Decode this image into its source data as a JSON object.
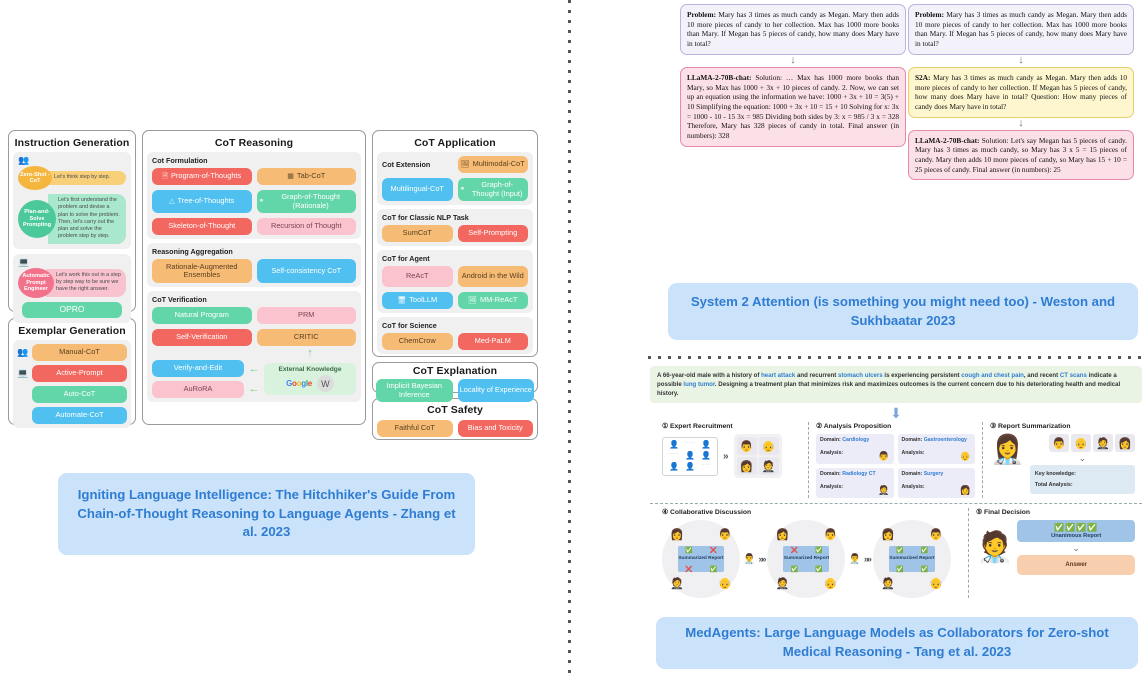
{
  "figures": {
    "taxonomy": {
      "caption": "Igniting Language Intelligence: The Hitchhiker's Guide From Chain-of-Thought Reasoning to Language Agents - Zhang et al. 2023",
      "panels": {
        "instruction_generation": {
          "title": "Instruction Generation",
          "blocks": [
            {
              "icon": "people-icon",
              "items": [
                {
                  "name": "Zero-Shot -CoT",
                  "text": "Let's think step by step."
                },
                {
                  "name": "Plan-and-Solve Prompting",
                  "text": "Let's first understand the problem and devise a plan to solve the problem. Then, let's carry out the plan and solve the problem step by step."
                }
              ]
            },
            {
              "icon": "laptop-icon",
              "items": [
                {
                  "name": "Automatic Prompt Engineer",
                  "text": "Let's work this out in a step by step way to be sure we have the right answer."
                }
              ],
              "chip": "OPRO"
            }
          ]
        },
        "exemplar_generation": {
          "title": "Exemplar Generation",
          "rows": [
            {
              "icon": "people-icon",
              "label": "Manual-CoT"
            },
            {
              "icon": "laptop-icon",
              "label": "Active-Prompt"
            },
            {
              "icon": "",
              "label": "Auto-CoT"
            },
            {
              "icon": "",
              "label": "Automate-CoT"
            }
          ]
        },
        "cot_reasoning": {
          "title": "CoT Reasoning",
          "groups": [
            {
              "title": "Cot Formulation",
              "chips": [
                {
                  "label": "Program-of-Thoughts",
                  "icon": "code-icon",
                  "color": "red"
                },
                {
                  "label": "Tab-CoT",
                  "icon": "table-icon",
                  "color": "orange"
                },
                {
                  "label": "Tree-of-Thoughts",
                  "icon": "tree-icon",
                  "color": "blue"
                },
                {
                  "label": "Graph-of-Thought (Rationale)",
                  "icon": "graph-icon",
                  "color": "green"
                },
                {
                  "label": "Skeleton-of-Thought",
                  "icon": "",
                  "color": "red"
                },
                {
                  "label": "Recursion of Thought",
                  "icon": "",
                  "color": "pink"
                }
              ]
            },
            {
              "title": "Reasoning Aggregation",
              "chips": [
                {
                  "label": "Rationale-Augmented Ensembles",
                  "icon": "",
                  "color": "orange"
                },
                {
                  "label": "Self-consistency CoT",
                  "icon": "",
                  "color": "blue"
                }
              ]
            },
            {
              "title": "CoT Verification",
              "chips": [
                {
                  "label": "Natural Program",
                  "icon": "",
                  "color": "green"
                },
                {
                  "label": "PRM",
                  "icon": "",
                  "color": "pink"
                },
                {
                  "label": "Self-Verification",
                  "icon": "",
                  "color": "red"
                },
                {
                  "label": "CRITIC",
                  "icon": "",
                  "color": "orange"
                },
                {
                  "label": "Verify-and-Edit",
                  "icon": "",
                  "color": "blue"
                },
                {
                  "label": "AuRoRA",
                  "icon": "",
                  "color": "pink"
                }
              ],
              "external": {
                "title": "External Knowledge",
                "logos": [
                  "Google",
                  "Wikipedia"
                ]
              }
            }
          ]
        },
        "cot_application": {
          "title": "CoT Application",
          "groups": [
            {
              "title": "Cot Extension",
              "chips": [
                {
                  "label": "Multimodal-CoT",
                  "icon": "image-icon",
                  "color": "orange"
                },
                {
                  "label": "Multilingual-CoT",
                  "icon": "",
                  "color": "blue"
                },
                {
                  "label": "Graph-of-Thought (Input)",
                  "icon": "graph-icon",
                  "color": "green"
                }
              ]
            },
            {
              "title": "CoT for Classic NLP Task",
              "chips": [
                {
                  "label": "SumCoT",
                  "icon": "",
                  "color": "orange"
                },
                {
                  "label": "Self-Prompting",
                  "icon": "",
                  "color": "red"
                }
              ]
            },
            {
              "title": "CoT for Agent",
              "chips": [
                {
                  "label": "ReAcT",
                  "icon": "",
                  "color": "pink"
                },
                {
                  "label": "Android in the Wild",
                  "icon": "",
                  "color": "orange"
                },
                {
                  "label": "ToolLLM",
                  "icon": "monitor-icon",
                  "color": "blue"
                },
                {
                  "label": "MM-ReAcT",
                  "icon": "image-icon",
                  "color": "green"
                }
              ]
            },
            {
              "title": "CoT for Science",
              "chips": [
                {
                  "label": "ChemCrow",
                  "icon": "",
                  "color": "orange"
                },
                {
                  "label": "Med-PaLM",
                  "icon": "",
                  "color": "red"
                }
              ]
            }
          ]
        },
        "cot_explanation": {
          "title": "CoT Explanation",
          "chips": [
            {
              "label": "Implicit Bayesian Inference",
              "color": "green"
            },
            {
              "label": "Locality of Experience",
              "color": "blue"
            }
          ]
        },
        "cot_safety": {
          "title": "CoT Safety",
          "chips": [
            {
              "label": "Faithful CoT",
              "color": "orange"
            },
            {
              "label": "Bias and Toxicity",
              "color": "red"
            }
          ]
        }
      }
    },
    "s2a": {
      "caption": "System 2 Attention (is something you might need too) - Weston and Sukhbaatar 2023",
      "left_column": [
        {
          "label": "Problem:",
          "body": "Mary has 3 times as much candy as Megan. Mary then adds 10 more pieces of candy to her collection. Max has 1000 more books than Mary. If Megan has 5 pieces of candy, how many does Mary have in total?",
          "style": "lavender"
        },
        {
          "label": "LLaMA-2-70B-chat:",
          "body": "Solution: … Max has 1000 more books than Mary, so Max has 1000 + 3x + 10 pieces of candy. 2. Now, we can set up an equation using the information we have: 1000 + 3x + 10 = 3(5) + 10 Simplifying the equation: 1000 + 3x + 10 = 15 + 10 Solving for x: 3x = 1000 - 10 - 15 3x = 985 Dividing both sides by 3: x = 985 / 3 x = 328 Therefore, Mary has 328 pieces of candy in total. Final answer (in numbers): 328",
          "style": "pink"
        }
      ],
      "right_column": [
        {
          "label": "Problem:",
          "body": "Mary has 3 times as much candy as Megan. Mary then adds 10 more pieces of candy to her collection. Max has 1000 more books than Mary. If Megan has 5 pieces of candy, how many does Mary have in total?",
          "style": "lavender"
        },
        {
          "label": "S2A:",
          "body": "Mary has 3 times as much candy as Megan. Mary then adds 10 more pieces of candy to her collection. If Megan has 5 pieces of candy, how many does Mary have in total? Question: How many pieces of candy does Mary have in total?",
          "style": "yellow"
        },
        {
          "label": "LLaMA-2-70B-chat:",
          "body": "Solution: Let's say Megan has 5 pieces of candy. Mary has 3 times as much candy, so Mary has 3 x 5 = 15 pieces of candy. Mary then adds 10 more pieces of candy, so Mary has 15 + 10 = 25 pieces of candy. Final answer (in numbers): 25",
          "style": "pink"
        }
      ]
    },
    "medagents": {
      "caption": "MedAgents: Large Language Models as Collaborators for Zero-shot Medical Reasoning - Tang et al. 2023",
      "case": {
        "segments": [
          {
            "t": "A 66-year-old male with a history of ",
            "hl": false
          },
          {
            "t": "heart attack",
            "hl": true
          },
          {
            "t": " and recurrent ",
            "hl": false
          },
          {
            "t": "stomach ulcers",
            "hl": true
          },
          {
            "t": " is experiencing persistent ",
            "hl": false
          },
          {
            "t": "cough and chest pain",
            "hl": true
          },
          {
            "t": ", and recent ",
            "hl": false
          },
          {
            "t": "CT scans",
            "hl": true
          },
          {
            "t": " indicate a possible ",
            "hl": false
          },
          {
            "t": "lung tumor",
            "hl": true
          },
          {
            "t": ". Designing a treatment plan that minimizes risk and maximizes outcomes is the current concern due to his deteriorating health and medical history.",
            "hl": false
          }
        ]
      },
      "steps": {
        "expert_recruitment": "① Expert Recruitment",
        "analysis_proposition": "② Analysis Proposition",
        "report_summarization": "③ Report Summarization",
        "collaborative_discussion": "④ Collaborative Discussion",
        "final_decision": "⑤ Final Decision"
      },
      "domains": [
        {
          "domain_label": "Domain:",
          "domain": "Cardiology",
          "analysis_label": "Analysis:"
        },
        {
          "domain_label": "Domain:",
          "domain": "Gastroenterology",
          "analysis_label": "Analysis:"
        },
        {
          "domain_label": "Domain:",
          "domain": "Radiology CT",
          "analysis_label": "Analysis:"
        },
        {
          "domain_label": "Domain:",
          "domain": "Surgery",
          "analysis_label": "Analysis:"
        }
      ],
      "report": {
        "key_knowledge": "Key knowledge:",
        "total_analysis": "Total Analysis:"
      },
      "discussion": {
        "summarized_report": "Summarized Report"
      },
      "final": {
        "unanimous_report": "Unanimous Report",
        "answer": "Answer"
      }
    }
  }
}
